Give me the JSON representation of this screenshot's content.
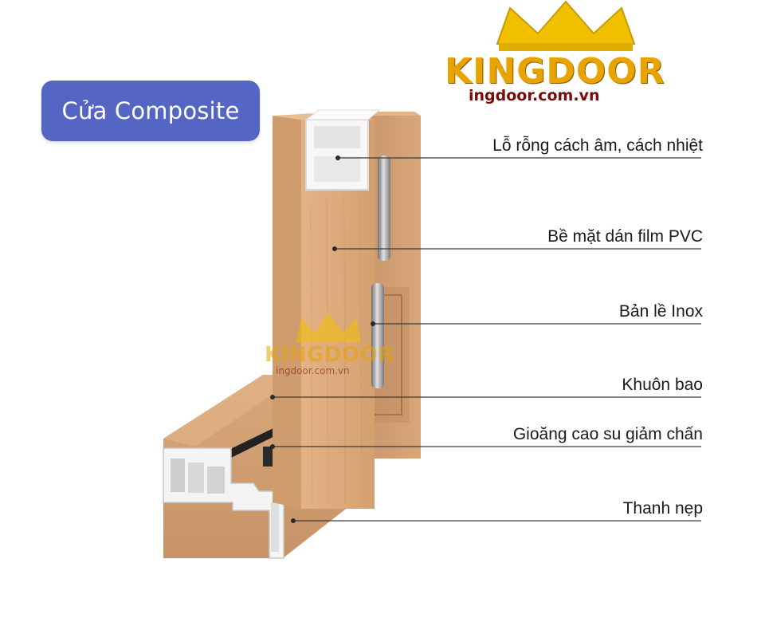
{
  "title_badge": "Cửa Composite",
  "logo": {
    "brand": "KINGDOOR",
    "url": "ingdoor.com.vn"
  },
  "watermark": {
    "brand": "KINGDOOR",
    "url": "ingdoor.com.vn"
  },
  "callouts": [
    "Lỗ rỗng cách âm, cách nhiệt",
    "Bề mặt dán film PVC",
    "Bản lề Inox",
    "Khuôn bao",
    "Gioăng cao su giảm chấn",
    "Thanh nẹp"
  ],
  "colors": {
    "badge_bg": "#5565c3",
    "wood": "#d9a878",
    "wood_dark": "#c48f5e",
    "gold": "#f0c000",
    "pvc_white": "#f4f4f4"
  }
}
